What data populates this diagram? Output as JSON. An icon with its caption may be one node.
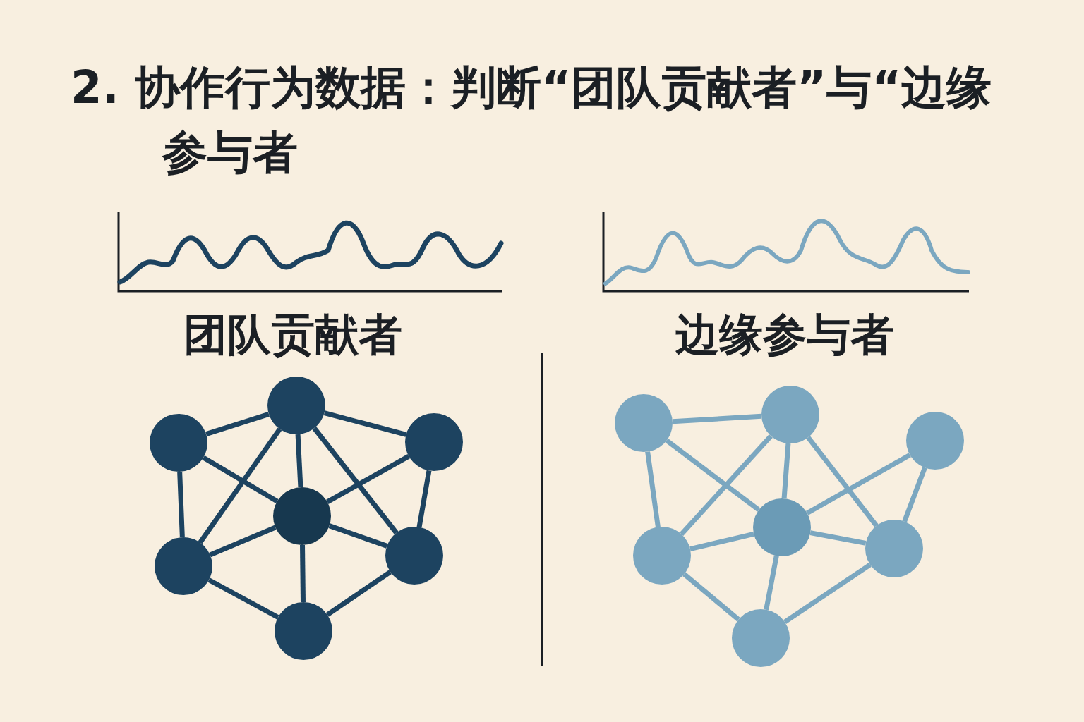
{
  "diagram": {
    "title": "2. 协作行为数据：判断“团队贡献者”与“边缘参与者",
    "nodes": [
      {
        "text": [],
        "shape": "circle"
      },
      {
        "text": [],
        "shape": "circle"
      },
      {
        "text": [],
        "shape": "circle"
      },
      {
        "text": [],
        "shape": "circle"
      },
      {
        "text": [],
        "shape": "circle"
      },
      {
        "text": [],
        "shape": "circle"
      },
      {
        "text": [],
        "shape": "circle"
      },
      {
        "text": [],
        "shape": "circle"
      },
      {
        "text": [],
        "shape": "circle"
      },
      {
        "text": [],
        "shape": "circle"
      },
      {
        "text": [],
        "shape": "circle"
      },
      {
        "text": [],
        "shape": "circle"
      },
      {
        "text": [],
        "shape": "circle"
      },
      {
        "text": [],
        "shape": "circle"
      }
    ],
    "edges": [
      {
        "from": 1,
        "to": 0,
        "arrow": "none"
      },
      {
        "from": 0,
        "to": 2,
        "arrow": "none"
      },
      {
        "from": 0,
        "to": 3,
        "arrow": "none"
      },
      {
        "from": 0,
        "to": 4,
        "arrow": "none"
      },
      {
        "from": 0,
        "to": 5,
        "arrow": "none"
      },
      {
        "from": 1,
        "to": 3,
        "arrow": "none"
      },
      {
        "from": 1,
        "to": 4,
        "arrow": "none"
      },
      {
        "from": 2,
        "to": 3,
        "arrow": "none"
      },
      {
        "from": 2,
        "to": 5,
        "arrow": "none"
      },
      {
        "from": 3,
        "to": 4,
        "arrow": "none"
      },
      {
        "from": 3,
        "to": 5,
        "arrow": "none"
      },
      {
        "from": 3,
        "to": 6,
        "arrow": "none"
      },
      {
        "from": 4,
        "to": 6,
        "arrow": "none"
      },
      {
        "from": 5,
        "to": 6,
        "arrow": "none"
      },
      {
        "from": 7,
        "to": 8,
        "arrow": "none",
        "color": "#7ba7c0"
      },
      {
        "from": 7,
        "to": 11,
        "arrow": "none",
        "color": "#7ba7c0"
      },
      {
        "from": 7,
        "to": 10,
        "arrow": "none",
        "color": "#7ba7c0"
      },
      {
        "from": 8,
        "to": 11,
        "arrow": "none",
        "color": "#7ba7c0"
      },
      {
        "from": 8,
        "to": 10,
        "arrow": "none",
        "color": "#7ba7c0"
      },
      {
        "from": 8,
        "to": 12,
        "arrow": "none",
        "color": "#7ba7c0"
      },
      {
        "from": 9,
        "to": 10,
        "arrow": "none",
        "color": "#7ba7c0"
      },
      {
        "from": 9,
        "to": 12,
        "arrow": "none",
        "color": "#7ba7c0"
      },
      {
        "from": 10,
        "to": 11,
        "arrow": "none",
        "color": "#7ba7c0"
      },
      {
        "from": 10,
        "to": 12,
        "arrow": "none",
        "color": "#7ba7c0"
      },
      {
        "from": 10,
        "to": 13,
        "arrow": "none",
        "color": "#7ba7c0"
      },
      {
        "from": 11,
        "to": 13,
        "arrow": "none",
        "color": "#7ba7c0"
      },
      {
        "from": 12,
        "to": 13,
        "arrow": "none",
        "color": "#7ba7c0"
      }
    ],
    "labels": [
      "团队贡献者",
      "边缘参与者"
    ]
  }
}
